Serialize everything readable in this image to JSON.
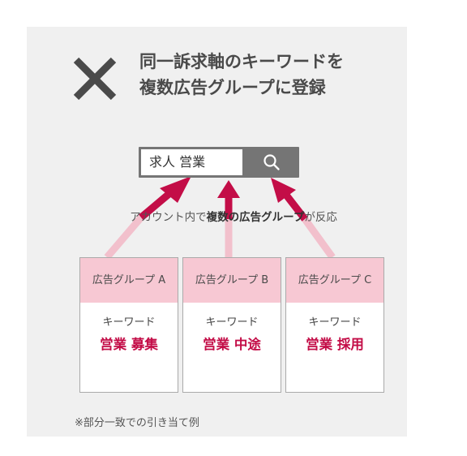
{
  "heading": {
    "line1": "同一訴求軸のキーワードを",
    "line2": "複数広告グループに登録"
  },
  "search": {
    "query": "求人  営業",
    "icon": "search-icon"
  },
  "caption": {
    "prefix": "アカウント内で",
    "emphasis": "複数の広告グループ",
    "suffix": "が反応"
  },
  "cards": [
    {
      "group": "広告グループ A",
      "label": "キーワード",
      "keyword": "営業 募集"
    },
    {
      "group": "広告グループ B",
      "label": "キーワード",
      "keyword": "営業 中途"
    },
    {
      "group": "広告グループ C",
      "label": "キーワード",
      "keyword": "営業 採用"
    }
  ],
  "note": "※部分一致での引き当て例",
  "colors": {
    "accent": "#c30d47",
    "cross": "#4a4a4a",
    "card_header": "#f7c8d3",
    "arrow_tail": "#f2c0cc",
    "panel": "#f0f0f0"
  }
}
